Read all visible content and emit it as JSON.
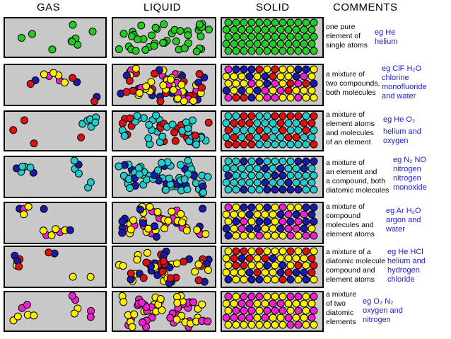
{
  "headers": {
    "gas": "GAS",
    "liquid": "LIQUID",
    "solid": "SOLID",
    "comments": "COMMENTS"
  },
  "colors": {
    "green": "#22cc22",
    "red": "#dd1111",
    "blue": "#1a1aaa",
    "yellow": "#ffee00",
    "magenta": "#ee22cc",
    "cyan": "#22cccc",
    "panel": "#c8c8c8"
  },
  "rows": [
    {
      "comment": [
        "one pure",
        "element of",
        "single atoms"
      ],
      "example": [
        "eg He",
        "helium"
      ]
    },
    {
      "comment": [
        "a mixture of",
        "two compounds,",
        "both molecules"
      ],
      "example": [
        "eg ClF H₂O",
        "chlorine",
        "monofluoride",
        "and water"
      ]
    },
    {
      "comment": [
        "a mixture of",
        "element atoms",
        "and molecules",
        "of an element"
      ],
      "example": [
        "eg He O₂",
        "",
        "helium and",
        "oxygen"
      ]
    },
    {
      "comment": [
        "a mixture of",
        "an element and",
        "a compound, both",
        "diatomic molecules"
      ],
      "example": [
        "eg N₂  NO",
        "nitrogen",
        "nitrogen",
        "monoxide"
      ]
    },
    {
      "comment": [
        "a mixture of",
        "compound",
        "molecules and",
        "element atoms"
      ],
      "example": [
        "eg Ar H₂O",
        "argon and",
        "water"
      ]
    },
    {
      "comment": [
        "a mixture of a",
        "diatomic molecule",
        "compound and",
        "element atoms"
      ],
      "example": [
        "eg He HCl",
        "helium and",
        "hydrogen",
        "chloride"
      ]
    },
    {
      "comment": [
        "a mixture",
        "of two",
        "diatomic",
        "elements"
      ],
      "example": [
        "eg O₂   N₂",
        "oxygen and",
        "nitrogen"
      ]
    }
  ]
}
